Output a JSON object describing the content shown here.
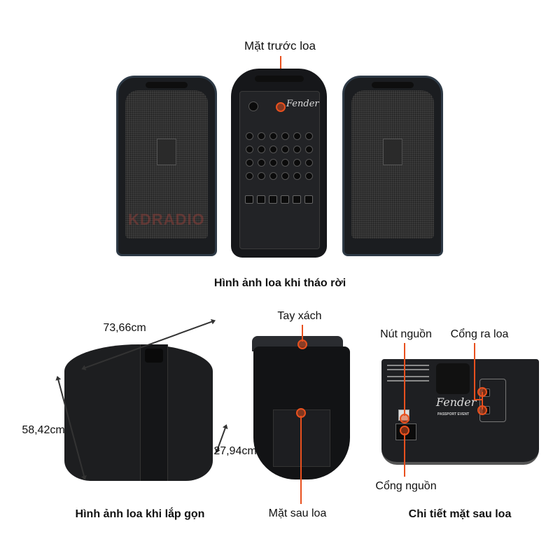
{
  "top_section": {
    "front_label": "Mặt trước loa",
    "caption": "Hình ảnh loa khi tháo rời",
    "watermark": "KDRADIO",
    "brand_badge": "Fender"
  },
  "bottom_left": {
    "width_label": "73,66cm",
    "height_label": "58,42cm",
    "depth_label": "27,94cm",
    "caption": "Hình ảnh loa khi lắp gọn"
  },
  "bottom_center": {
    "handle_label": "Tay xách",
    "rear_label": "Mặt sau loa"
  },
  "bottom_right": {
    "power_switch_label": "Nút nguồn",
    "speaker_out_label": "Cổng ra loa",
    "power_port_label": "Cổng nguồn",
    "caption": "Chi tiết mặt sau loa",
    "brand": "Fender",
    "model": "PASSPORT EVENT"
  },
  "colors": {
    "callout": "#e8501e",
    "speaker_body": "#1b1d20",
    "trim": "#2e3a46"
  }
}
